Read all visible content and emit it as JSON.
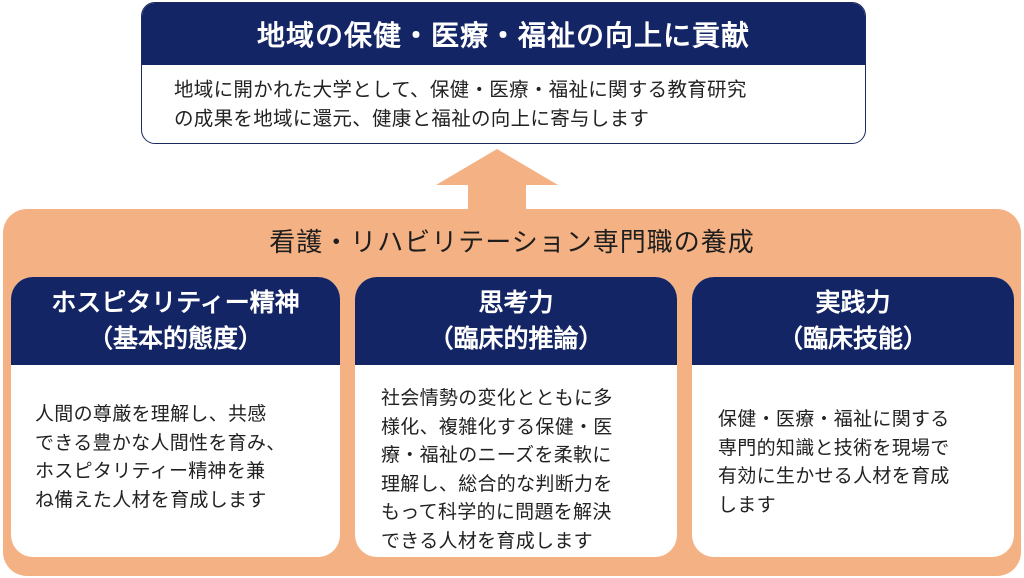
{
  "goal": {
    "title": "地域の保健・医療・福祉の向上に貢献",
    "lines": [
      "地域に開かれた大学として、保健・医療・福祉に関する教育研究",
      "の成果を地域に還元、健康と福祉の向上に寄与します"
    ]
  },
  "training": {
    "title": "看護・リハビリテーション専門職の養成",
    "cards": [
      {
        "title": "ホスピタリティー精神",
        "subtitle": "（基本的態度）",
        "lines": [
          "人間の尊厳を理解し、共感",
          "できる豊かな人間性を育み、",
          "ホスピタリティー精神を兼",
          "ね備えた人材を育成します"
        ]
      },
      {
        "title": "思考力",
        "subtitle": "（臨床的推論）",
        "lines": [
          "社会情勢の変化とともに多",
          "様化、複雑化する保健・医",
          "療・福祉のニーズを柔軟に",
          "理解し、総合的な判断力を",
          "もって科学的に問題を解決",
          "できる人材を育成します"
        ]
      },
      {
        "title": "実践力",
        "subtitle": "（臨床技能）",
        "lines": [
          "保健・医療・福祉に関する",
          "専門的知識と技術を現場で",
          "有効に生かせる人材を育成",
          "します"
        ]
      }
    ]
  },
  "colors": {
    "navy": "#142565",
    "orange": "#f4b183",
    "white": "#ffffff"
  }
}
